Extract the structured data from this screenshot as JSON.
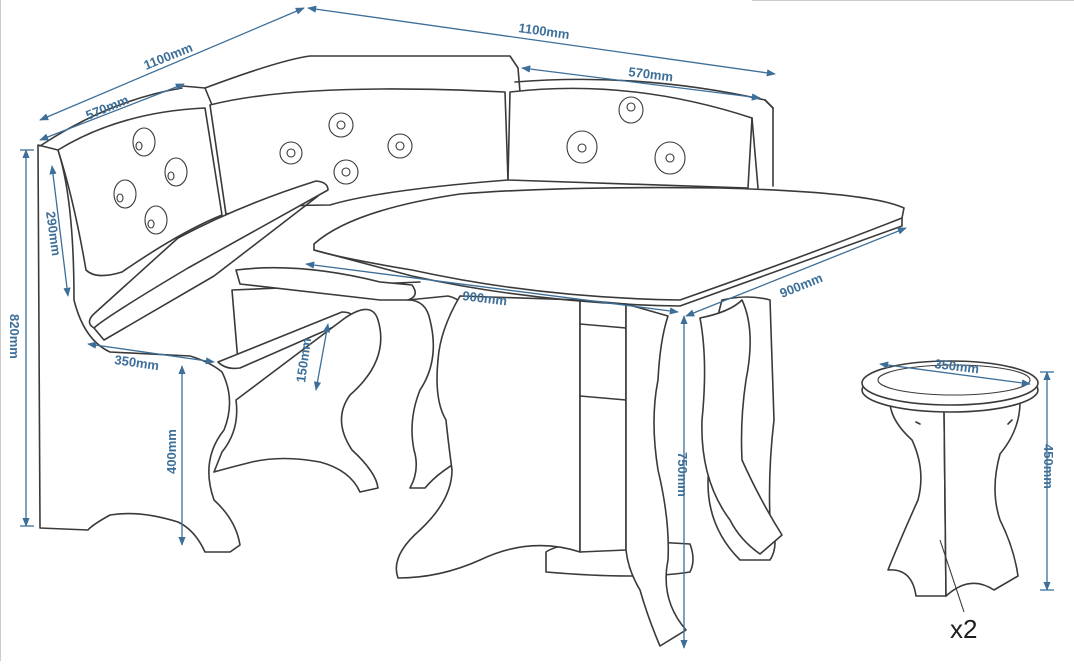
{
  "dimensions": {
    "sofa_left_length": "1100mm",
    "sofa_right_length": "1100mm",
    "left_back_width": "570mm",
    "right_back_width": "570mm",
    "backrest_height": "290mm",
    "overall_height": "820mm",
    "seat_depth": "350mm",
    "storage_height": "150mm",
    "seat_height": "400mm",
    "table_length": "900mm",
    "table_width": "900mm",
    "table_height": "750mm",
    "stool_diameter": "350mm",
    "stool_height": "450mm"
  },
  "stool_quantity": "x2",
  "colors": {
    "line": "#3a3a3a",
    "dimension": "#3d6f99",
    "background": "#ffffff"
  }
}
